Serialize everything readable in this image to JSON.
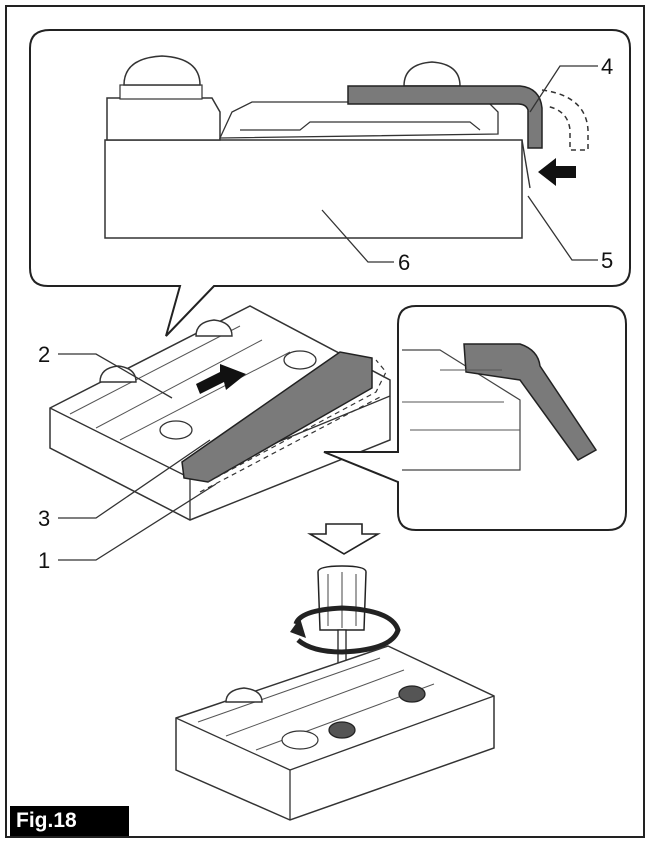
{
  "figure": {
    "label": "Fig.18",
    "callouts": [
      "1",
      "2",
      "3",
      "4",
      "5",
      "6"
    ]
  },
  "colors": {
    "line": "#222222",
    "part_fill": "#ffffff",
    "highlight_gray": "#7a7a7a",
    "label_bg": "#000000",
    "label_text": "#ffffff"
  },
  "icons": [
    "push-arrow-icon",
    "down-arrow-icon",
    "rotate-arrow-icon",
    "screwdriver-icon"
  ]
}
